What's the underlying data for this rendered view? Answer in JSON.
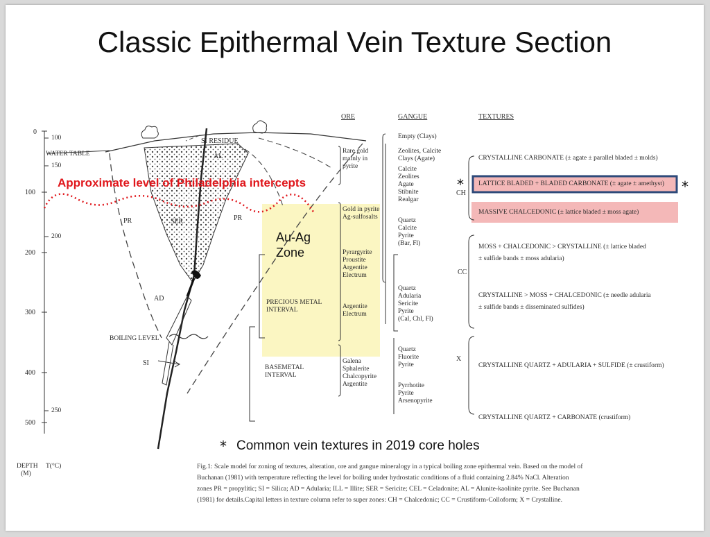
{
  "slide": {
    "title": "Classic Epithermal Vein Texture Section"
  },
  "annotations": {
    "philadelphia": "Approximate level of Philadelphia intercepts",
    "zone_line1": "Au-Ag",
    "zone_line2": "Zone",
    "star": "*",
    "common_note": "Common vein textures in 2019 core holes",
    "highlight_color": "#f4b8b8",
    "zone_color": "#fbf6c2",
    "accent_red": "#e0161b",
    "box_outline": "#2e4a7a"
  },
  "diagram": {
    "depth_ticks": [
      "0",
      "100",
      "200",
      "300",
      "400",
      "500"
    ],
    "temp_ticks": [
      "100",
      "150",
      "200",
      "250"
    ],
    "axis_depth": "DEPTH",
    "axis_depth_unit": "(M)",
    "axis_temp": "T(°C)",
    "labels": {
      "water_table": "WATER TABLE",
      "si_residue": "SI RESIDUE",
      "al": "AL",
      "pr_left": "PR",
      "pr_right": "PR",
      "ser": "SER",
      "ad": "AD",
      "boiling": "BOILING LEVEL",
      "si": "SI",
      "precious_1": "PRECIOUS METAL",
      "precious_2": "INTERVAL",
      "basemetal_1": "BASEMETAL",
      "basemetal_2": "INTERVAL"
    },
    "headers": {
      "ore": "ORE",
      "gangue": "GANGUE",
      "textures": "TEXTURES"
    },
    "ore": [
      [
        "Rare gold",
        "mainly in",
        "pyrite"
      ],
      [
        "Gold in pyrite",
        "Ag-sulfosalts"
      ],
      [
        "Pyrargyrite",
        "Proustite",
        "Argentite",
        "Electrum"
      ],
      [
        "Argentite",
        "Electrum"
      ],
      [
        "Galena",
        "Sphalerite",
        "Chalcopyrite",
        "Argentite"
      ]
    ],
    "gangue": [
      [
        "Empty (Clays)"
      ],
      [
        "Zeolites, Calcite",
        "Clays (Agate)"
      ],
      [
        "Calcite",
        "Zeolites",
        "Agate",
        "Stibnite",
        "Realgar"
      ],
      [
        "Quartz",
        "Calcite",
        "Pyrite",
        "(Bar, Fl)"
      ],
      [
        "Quartz",
        "Adularia",
        "Sericite",
        "Pyrite",
        "(Cal, Chl, Fl)"
      ],
      [
        "Quartz",
        "Fluorite",
        "Pyrite"
      ],
      [
        "Pyrrhotite",
        "Pyrite",
        "Arsenopyrite"
      ]
    ],
    "textures": [
      [
        "CRYSTALLINE CARBONATE (± agate ± parallel bladed ± molds)"
      ],
      [
        "LATTICE BLADED + BLADED CARBONATE (± agate ± amethyst)"
      ],
      [
        "MASSIVE CHALCEDONIC (± lattice bladed ± moss agate)"
      ],
      [
        "MOSS + CHALCEDONIC > CRYSTALLINE (± lattice bladed",
        "± sulfide bands ± moss adularia)"
      ],
      [
        "CRYSTALLINE > MOSS + CHALCEDONIC (± needle adularia",
        "± sulfide bands ± disseminated sulfides)"
      ],
      [
        "CRYSTALLINE QUARTZ + ADULARIA + SULFIDE (± crustiform)"
      ],
      [
        "CRYSTALLINE QUARTZ + CARBONATE (crustiform)"
      ]
    ],
    "superzones": [
      "CH",
      "CC",
      "X"
    ]
  },
  "caption": {
    "line1": "Fig.1: Scale model for zoning of textures, alteration, ore and gangue mineralogy in a typical boiling zone epithermal vein. Based on the model of",
    "line2": "Buchanan (1981) with temperature reflecting the level for boiling under hydrostatic conditions of a fluid containing 2.84% NaCl. Alteration",
    "line3": "zones PR = propylitic; SI = Silica; AD = Adularia; ILL = Illite; SER = Sericite; CEL = Celadonite; AL = Alunite-kaolinite pyrite. See Buchanan",
    "line4": "(1981) for details.Capital letters in texture column refer to super zones: CH = Chalcedonic; CC = Crustiform-Colloform; X = Crystalline."
  }
}
